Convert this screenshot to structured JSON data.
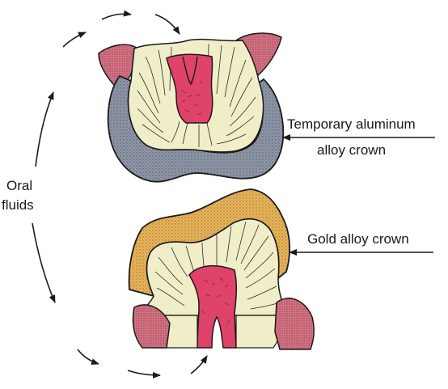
{
  "labels": {
    "oral_fluids_line1": "Oral",
    "oral_fluids_line2": "fluids",
    "temp_crown_line1": "Temporary aluminum",
    "temp_crown_line2": "alloy crown",
    "gold_crown": "Gold alloy crown"
  },
  "colors": {
    "dentin": "#efeec8",
    "pulp": "#e0436a",
    "gingiva": "#c4546a",
    "aluminum_crown": "#8f97a8",
    "gold_crown": "#e7b45c",
    "line": "#1a1a1a"
  }
}
